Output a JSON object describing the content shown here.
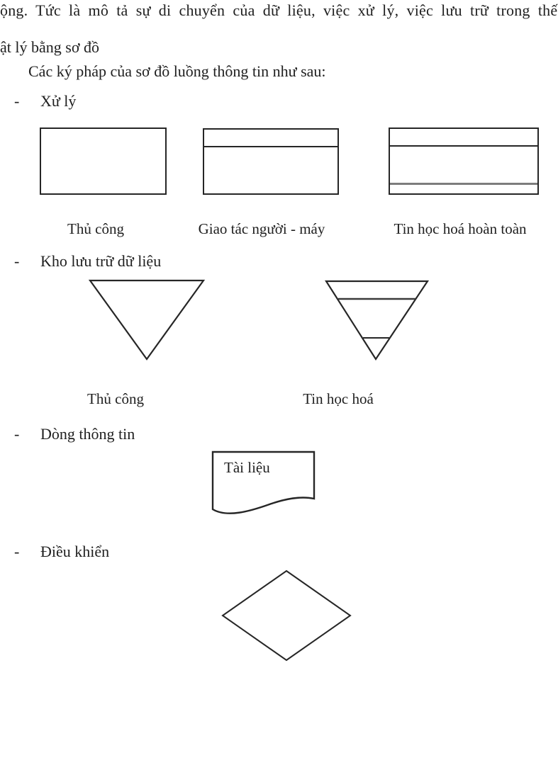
{
  "document": {
    "paragraph": {
      "line1": "ộng. Tức là mô tả sự di chuyển của dữ liệu, việc xử lý, việc lưu trữ trong thế",
      "line2": "ật lý bằng sơ đồ"
    },
    "intro": "Các ký pháp của sơ đồ luồng thông tin như sau:",
    "bullet_dash": "-",
    "sections": {
      "process": {
        "title": "Xử lý",
        "labels": [
          "Thủ công",
          "Giao tác người - máy",
          "Tin học hoá hoàn toàn"
        ]
      },
      "storage": {
        "title": "Kho lưu trữ dữ liệu",
        "labels": [
          "Thủ công",
          "Tin học hoá"
        ]
      },
      "flow": {
        "title": "Dòng thông tin",
        "shape_label": "Tài liệu"
      },
      "control": {
        "title": "Điều khiển"
      }
    },
    "colors": {
      "ink": "#1f1f1f",
      "shape_stroke": "#262626",
      "gray_line": "#7d7d7d",
      "background": "#ffffff"
    }
  }
}
